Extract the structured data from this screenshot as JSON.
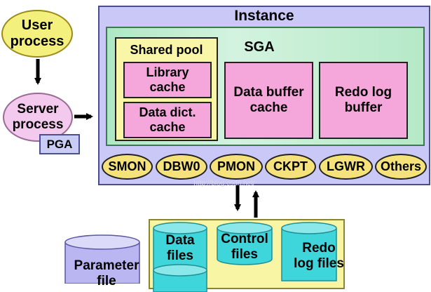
{
  "user_process": "User process",
  "server_process": "Server process",
  "pga": "PGA",
  "instance": "Instance",
  "sga": "SGA",
  "shared_pool": "Shared pool",
  "library_cache": "Library cache",
  "data_dict_cache": "Data dict. cache",
  "data_buffer_cache": "Data buffer cache",
  "redo_log_buffer": "Redo log buffer",
  "background_processes": [
    "SMON",
    "DBW0",
    "PMON",
    "CKPT",
    "LGWR",
    "Others"
  ],
  "database_files": [
    "Data files",
    "Control files",
    "Redo log files"
  ],
  "parameter_file": "Parameter file",
  "watermark": "http://blog.csdn.net/",
  "colors": {
    "instance_bg": "#c9c8f7",
    "sga_bg": "#aee8c3",
    "shared_pool_bg": "#faf6a8",
    "cache_bg": "#f5a6da",
    "background_process_bg": "#f6e27a",
    "cylinder_cyan": "#3fd6db",
    "cylinder_lavender": "#b9b6f2"
  }
}
